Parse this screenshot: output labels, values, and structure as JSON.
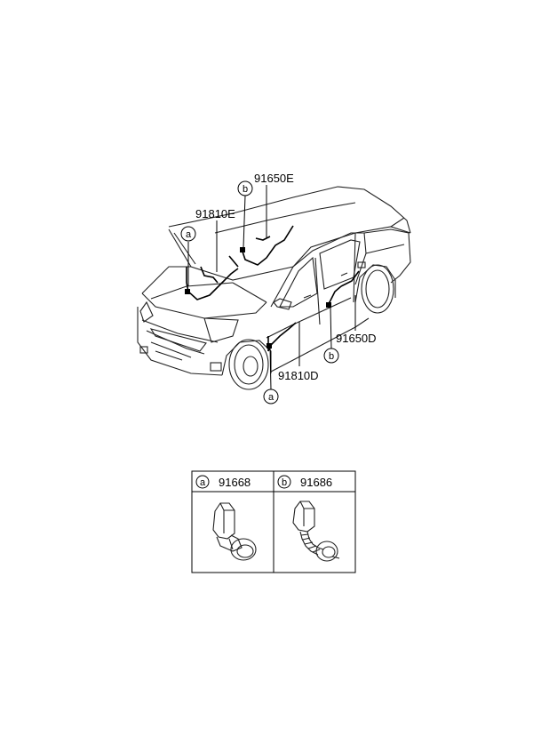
{
  "part_labels": [
    {
      "id": "91650E",
      "text": "91650E"
    },
    {
      "id": "91810E",
      "text": "91810E"
    },
    {
      "id": "91650D",
      "text": "91650D"
    },
    {
      "id": "91810D",
      "text": "91810D"
    }
  ],
  "callouts": [
    "a",
    "b"
  ],
  "legend": {
    "cells": [
      {
        "key": "a",
        "part": "91668"
      },
      {
        "key": "b",
        "part": "91686"
      }
    ]
  }
}
